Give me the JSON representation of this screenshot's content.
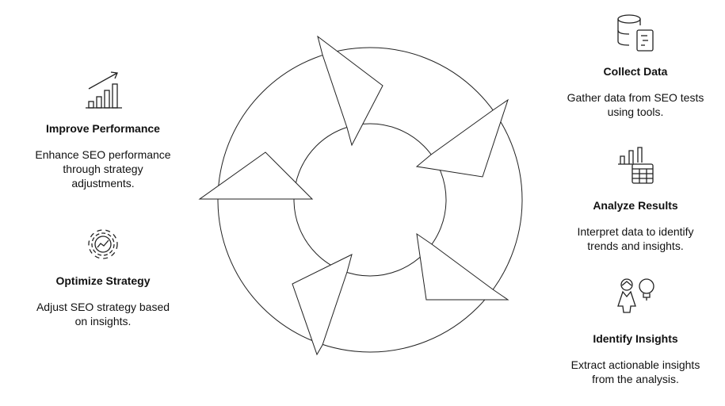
{
  "steps": {
    "collect": {
      "title": "Collect Data",
      "lines": [
        "Gather data from SEO tests",
        "using tools."
      ]
    },
    "analyze": {
      "title": "Analyze Results",
      "lines": [
        "Interpret data to identify",
        "trends and insights."
      ]
    },
    "identify": {
      "title": "Identify Insights",
      "lines": [
        "Extract actionable insights",
        "from the analysis."
      ]
    },
    "optimize": {
      "title": "Optimize Strategy",
      "lines": [
        "Adjust SEO strategy based",
        "on insights."
      ]
    },
    "improve": {
      "title": "Improve Performance",
      "lines": [
        "Enhance SEO performance",
        "through strategy",
        "adjustments."
      ]
    }
  }
}
